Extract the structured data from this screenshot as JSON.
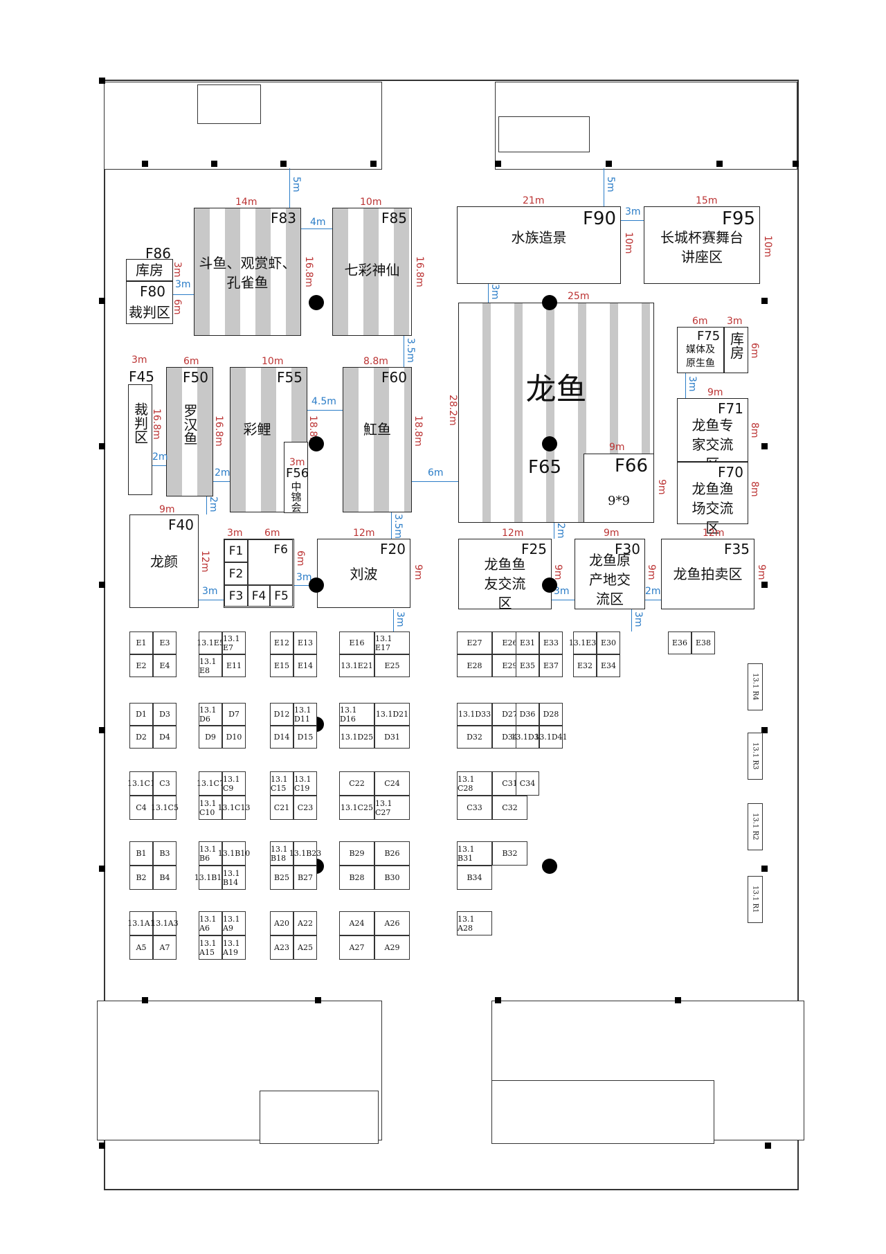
{
  "zones": {
    "F83": {
      "code": "F83",
      "name": "斗鱼、观赏虾、孔雀鱼",
      "width": "14m",
      "height": "16.8m"
    },
    "F85": {
      "code": "F85",
      "name": "七彩神仙",
      "width": "10m",
      "height": "16.8m"
    },
    "F90": {
      "code": "F90",
      "name": "水族造景",
      "width": "21m",
      "height": "10m"
    },
    "F95": {
      "code": "F95",
      "name": "长城杯赛舞台讲座区",
      "width": "15m",
      "height": "10m"
    },
    "F86": {
      "code": "F86",
      "name": "库房",
      "height": "3m"
    },
    "F80": {
      "code": "F80",
      "name": "裁判区",
      "height": "6m"
    },
    "F45": {
      "code": "F45",
      "name": "裁判区",
      "width": "3m",
      "height": "16.8m"
    },
    "F50": {
      "code": "F50",
      "name": "罗汉鱼",
      "width": "6m",
      "height": "16.8m"
    },
    "F55": {
      "code": "F55",
      "name": "彩鲤",
      "width": "10m",
      "height": "18.8m"
    },
    "F56": {
      "code": "F56",
      "name": "中锦会",
      "width": "3m"
    },
    "F60": {
      "code": "F60",
      "name": "魟鱼",
      "width": "8.8m",
      "height": "18.8m"
    },
    "F65": {
      "code": "F65",
      "name": "龙鱼",
      "width": "25m",
      "height": "28.2m"
    },
    "F66": {
      "code": "F66",
      "name": "9*9",
      "width": "9m",
      "height": "9m"
    },
    "F75": {
      "code": "F75",
      "name": "媒体及原生鱼",
      "width": "6m"
    },
    "F75store": {
      "name": "库房",
      "width": "3m",
      "height": "6m"
    },
    "F71": {
      "code": "F71",
      "name": "龙鱼专家交流区",
      "width": "9m",
      "height": "8m"
    },
    "F70": {
      "code": "F70",
      "name": "龙鱼渔场交流区",
      "height": "8m"
    },
    "F40": {
      "code": "F40",
      "name": "龙颜",
      "width": "9m",
      "height": "12m"
    },
    "F20": {
      "code": "F20",
      "name": "刘波",
      "width": "12m",
      "height": "9m"
    },
    "F25": {
      "code": "F25",
      "name": "龙鱼鱼友交流区",
      "width": "12m",
      "height": "9m"
    },
    "F30": {
      "code": "F30",
      "name": "龙鱼原产地交流区",
      "width": "9m",
      "height": "9m"
    },
    "F35": {
      "code": "F35",
      "name": "龙鱼拍卖区",
      "width": "12m",
      "height": "9m"
    }
  },
  "smallF": {
    "f1": "F1",
    "f2": "F2",
    "f3": "F3",
    "f4": "F4",
    "f5": "F5",
    "f6": "F6",
    "w1": "3m",
    "w2": "6m",
    "h": "6m"
  },
  "gaps": {
    "g5a": "5m",
    "g5b": "5m",
    "g4": "4m",
    "g3a": "3m",
    "g3b": "3m",
    "g3c": "3m",
    "g35a": "3.5m",
    "g45": "4.5m",
    "g6": "6m",
    "g3d": "3m",
    "g2a": "2m",
    "g2b": "2m",
    "g2c": "2m",
    "g35b": "3.5m",
    "g3e": "3m",
    "g3f": "3m",
    "g2d": "2m",
    "g3g": "3m",
    "g2e": "2m",
    "g3h": "3m",
    "g3i": "3m"
  },
  "rows": {
    "E": [
      "E1",
      "E3",
      "E2",
      "E4",
      "13.1E5",
      "13.1 E7",
      "13.1 E8",
      "E11",
      "E12",
      "E13",
      "E15",
      "E14",
      "E16",
      "13.1 E17",
      "13.1E21",
      "E25",
      "E27",
      "E26",
      "E28",
      "E29",
      "E31",
      "E33",
      "E35",
      "E37",
      "13.1E39",
      "E30",
      "E32",
      "E34",
      "E36",
      "E38"
    ],
    "D": [
      "D1",
      "D3",
      "D2",
      "D4",
      "13.1 D6",
      "D7",
      "D9",
      "D10",
      "D12",
      "13.1 D11",
      "D14",
      "D15",
      "13.1 D16",
      "13.1D21",
      "13.1D25",
      "D31",
      "13.1D33",
      "D27",
      "D32",
      "D34",
      "D36",
      "D28",
      "13.1D39",
      "13.1D41"
    ],
    "C": [
      "13.1C1",
      "C3",
      "C4",
      "13.1C5",
      "13.1C7",
      "13.1 C9",
      "13.1 C10",
      "13.1C13",
      "13.1 C15",
      "13.1 C19",
      "C21",
      "C23",
      "C22",
      "C24",
      "13.1C25",
      "13.1 C27",
      "13.1 C28",
      "C31",
      "C33",
      "C32",
      "C34"
    ],
    "B": [
      "B1",
      "B3",
      "B2",
      "B4",
      "13.1 B6",
      "13.1B10",
      "13.1B12",
      "13.1 B14",
      "13.1 B18",
      "13.1B23",
      "B25",
      "B27",
      "B29",
      "B26",
      "B28",
      "B30",
      "13.1 B31",
      "B32",
      "B34"
    ],
    "A": [
      "13.1A1",
      "13.1A3",
      "A5",
      "A7",
      "13.1 A6",
      "13.1 A9",
      "13.1 A15",
      "13.1 A19",
      "A20",
      "A22",
      "A23",
      "A25",
      "A24",
      "A26",
      "A27",
      "A29",
      "13.1 A28"
    ],
    "R": [
      "13.1 R4",
      "13.1 R3",
      "13.1 R2",
      "13.1 R1"
    ]
  }
}
